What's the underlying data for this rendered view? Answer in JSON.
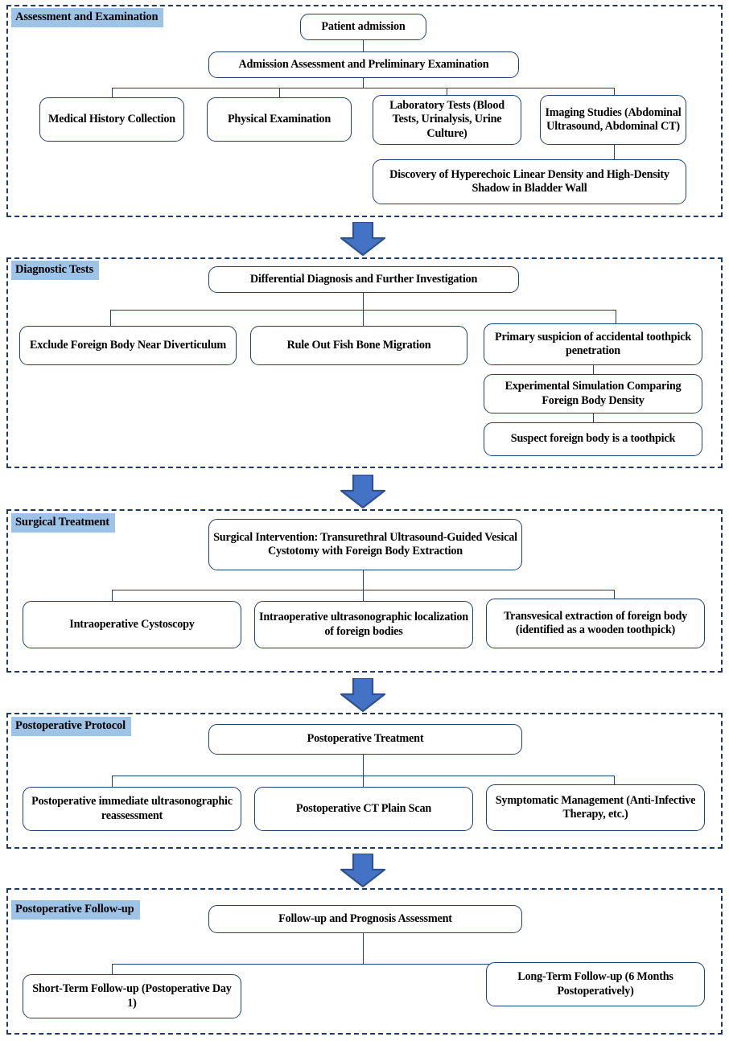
{
  "diagram": {
    "title": "Clinical pathway flowchart for bladder foreign body (toothpick)",
    "accent_color": "#1f3864",
    "box_border_color": "#1f3f6e",
    "label_highlight_color": "#9dc3e6",
    "arrow_fill_color": "#4472c4",
    "arrow_stroke_color": "#2f528f"
  },
  "sections": [
    {
      "id": "assessment",
      "label": "Assessment and Examination",
      "nodes": [
        {
          "id": "patient-admission",
          "text": "Patient admission"
        },
        {
          "id": "admission-assessment",
          "text": "Admission Assessment and Preliminary Examination"
        },
        {
          "id": "medical-history",
          "text": "Medical History Collection"
        },
        {
          "id": "physical-examination",
          "text": "Physical Examination"
        },
        {
          "id": "laboratory-tests",
          "text": "Laboratory Tests (Blood Tests, Urinalysis, Urine Culture)"
        },
        {
          "id": "imaging-studies",
          "text": "Imaging Studies (Abdominal Ultrasound, Abdominal CT)"
        },
        {
          "id": "discovery-finding",
          "text": "Discovery of Hyperechoic Linear Density and High-Density Shadow in Bladder Wall"
        }
      ]
    },
    {
      "id": "diagnostic",
      "label": "Diagnostic Tests",
      "nodes": [
        {
          "id": "differential-diagnosis",
          "text": "Differential Diagnosis and Further Investigation"
        },
        {
          "id": "exclude-foreign-body",
          "text": "Exclude Foreign Body Near Diverticulum"
        },
        {
          "id": "rule-out-fish-bone",
          "text": "Rule Out Fish Bone Migration"
        },
        {
          "id": "primary-suspicion",
          "text": "Primary suspicion of accidental toothpick penetration"
        },
        {
          "id": "experimental-simulation",
          "text": "Experimental Simulation Comparing Foreign Body Density"
        },
        {
          "id": "suspect-toothpick",
          "text": "Suspect foreign body is a toothpick"
        }
      ]
    },
    {
      "id": "surgical",
      "label": "Surgical Treatment",
      "nodes": [
        {
          "id": "surgical-intervention",
          "text": "Surgical Intervention: Transurethral Ultrasound-Guided Vesical Cystotomy with Foreign Body Extraction"
        },
        {
          "id": "intraoperative-cystoscopy",
          "text": "Intraoperative Cystoscopy"
        },
        {
          "id": "intraoperative-ultrasound",
          "text": "Intraoperative ultrasonographic localization of foreign bodies"
        },
        {
          "id": "transvesical-extraction",
          "text": "Transvesical extraction of foreign body (identified as a wooden toothpick)"
        }
      ]
    },
    {
      "id": "postoperative",
      "label": "Postoperative Protocol",
      "nodes": [
        {
          "id": "postoperative-treatment",
          "text": "Postoperative Treatment"
        },
        {
          "id": "postoperative-ultrasound",
          "text": "Postoperative immediate ultrasonographic reassessment"
        },
        {
          "id": "postoperative-ct",
          "text": "Postoperative CT Plain Scan"
        },
        {
          "id": "symptomatic-management",
          "text": "Symptomatic Management (Anti-Infective Therapy, etc.)"
        }
      ]
    },
    {
      "id": "followup",
      "label": "Postoperative Follow-up",
      "nodes": [
        {
          "id": "followup-prognosis",
          "text": "Follow-up and Prognosis Assessment"
        },
        {
          "id": "short-term-followup",
          "text": "Short-Term Follow-up (Postoperative Day 1)"
        },
        {
          "id": "long-term-followup",
          "text": "Long-Term Follow-up (6 Months Postoperatively)"
        }
      ]
    }
  ]
}
